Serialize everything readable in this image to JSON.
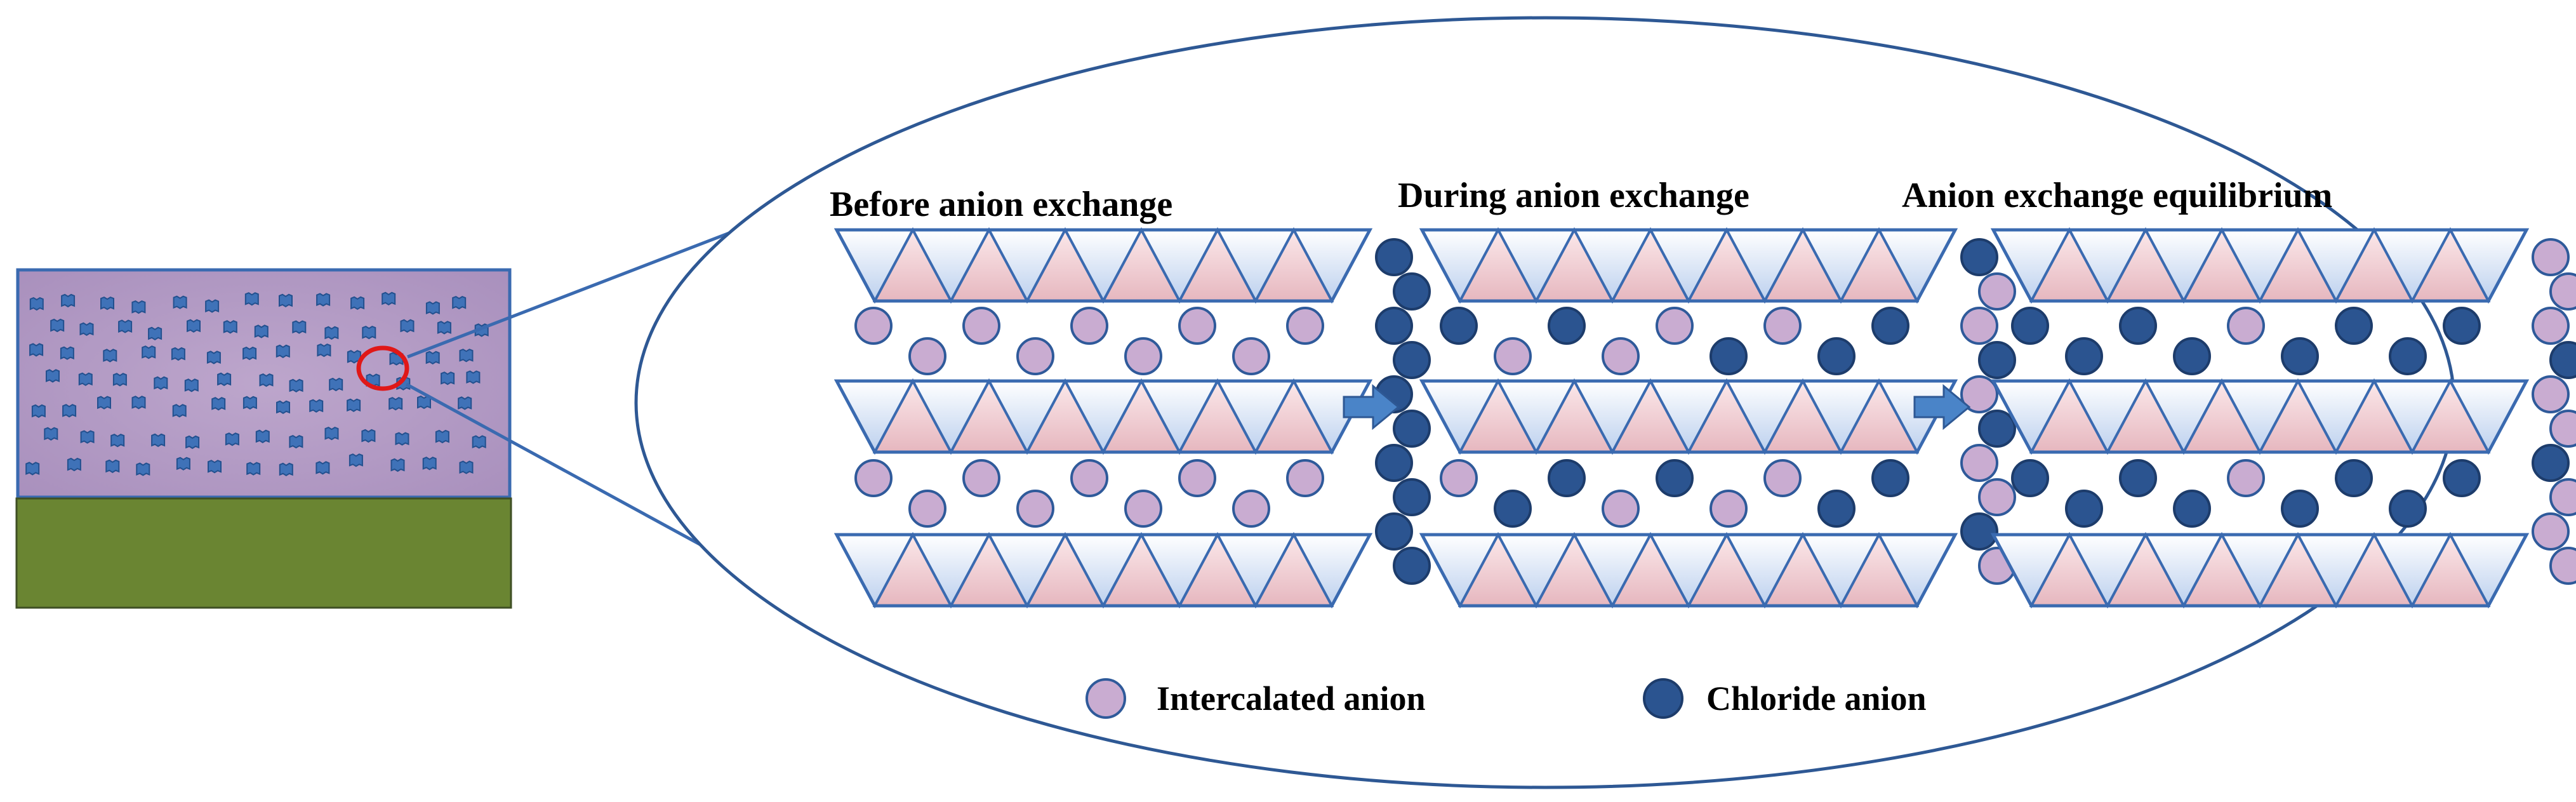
{
  "stages": [
    {
      "title": "Before anion exchange",
      "interlayer_rows": [
        [
          "intercalated",
          "intercalated",
          "intercalated",
          "intercalated",
          "intercalated",
          "intercalated",
          "intercalated",
          "intercalated",
          "intercalated"
        ],
        [
          "intercalated",
          "intercalated",
          "intercalated",
          "intercalated",
          "intercalated",
          "intercalated",
          "intercalated",
          "intercalated",
          "intercalated"
        ]
      ],
      "solution": [
        "chloride",
        "chloride",
        "chloride",
        "chloride",
        "chloride",
        "chloride",
        "chloride",
        "chloride",
        "chloride",
        "chloride"
      ]
    },
    {
      "title": "During anion exchange",
      "interlayer_rows": [
        [
          "chloride",
          "intercalated",
          "chloride",
          "intercalated",
          "intercalated",
          "chloride",
          "intercalated",
          "chloride",
          "chloride"
        ],
        [
          "intercalated",
          "chloride",
          "chloride",
          "intercalated",
          "chloride",
          "intercalated",
          "intercalated",
          "chloride",
          "chloride"
        ]
      ],
      "solution": [
        "chloride",
        "intercalated",
        "intercalated",
        "chloride",
        "intercalated",
        "chloride",
        "intercalated",
        "intercalated",
        "chloride",
        "intercalated"
      ]
    },
    {
      "title": "Anion exchange equilibrium",
      "interlayer_rows": [
        [
          "chloride",
          "chloride",
          "chloride",
          "chloride",
          "intercalated",
          "chloride",
          "chloride",
          "chloride",
          "chloride"
        ],
        [
          "chloride",
          "chloride",
          "chloride",
          "chloride",
          "intercalated",
          "chloride",
          "chloride",
          "chloride",
          "chloride"
        ]
      ],
      "solution": [
        "intercalated",
        "intercalated",
        "intercalated",
        "chloride",
        "intercalated",
        "intercalated",
        "chloride",
        "intercalated",
        "intercalated",
        "intercalated"
      ]
    }
  ],
  "legend": {
    "intercalated_label": "Intercalated anion",
    "chloride_label": "Chloride anion"
  },
  "colors": {
    "intercalated_fill": "#c9acd1",
    "intercalated_stroke": "#2f5a9a",
    "chloride_fill": "#2b5490",
    "chloride_stroke": "#1d3c6b",
    "layer_outline": "#3a6ab0",
    "triangle_blue": "#dbe6f6",
    "triangle_pink": "#efcfd4",
    "coating_fill": "#b39ac4",
    "coating_border": "#3a6ab0",
    "particle_fill": "#3f72b8",
    "substrate_fill": "#6a8532",
    "highlight_circle": "#e01818",
    "ellipse_stroke": "#2e5894",
    "arrow_fill": "#4a84c8"
  }
}
